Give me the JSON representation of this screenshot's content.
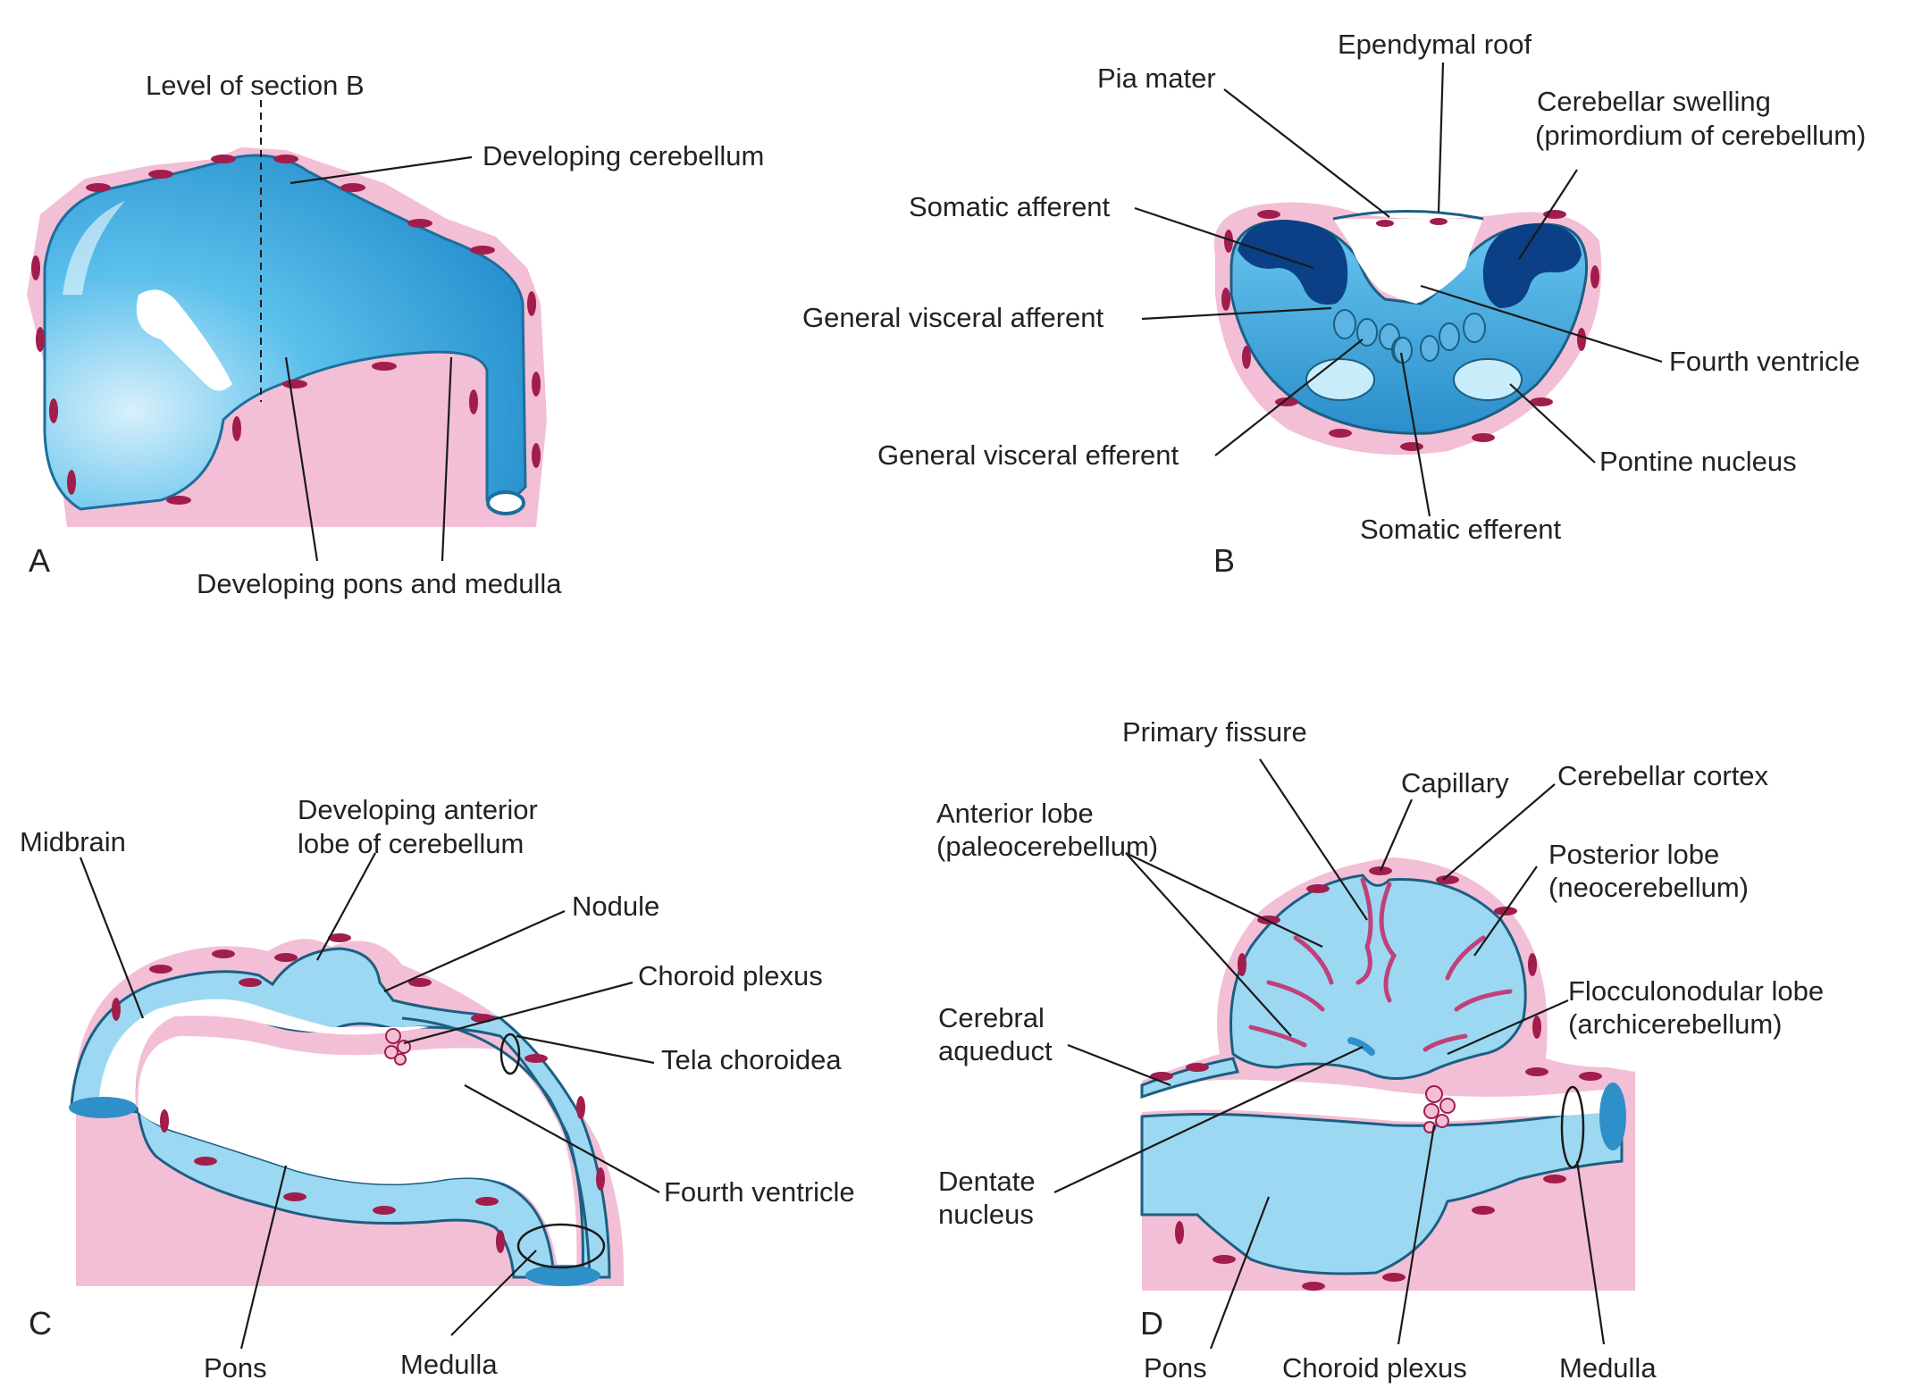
{
  "colors": {
    "pia_pink": "#f3bfd6",
    "neural_blue": "#9dd8f2",
    "deep_blue": "#2f8fc8",
    "afferent_navy": "#0b3f86",
    "cell_maroon": "#a11d4c",
    "outline": "#1b5f82"
  },
  "panels": {
    "A": {
      "letter": "A",
      "labels": {
        "level_of_section": "Level of section B",
        "developing_cerebellum": "Developing cerebellum",
        "developing_pons_medulla": "Developing pons and medulla"
      }
    },
    "B": {
      "letter": "B",
      "labels": {
        "ependymal_roof": "Ependymal roof",
        "pia_mater": "Pia mater",
        "cerebellar_swelling_1": "Cerebellar swelling",
        "cerebellar_swelling_2": "(primordium of cerebellum)",
        "somatic_afferent": "Somatic afferent",
        "general_visceral_afferent": "General visceral afferent",
        "fourth_ventricle": "Fourth ventricle",
        "general_visceral_efferent": "General visceral efferent",
        "pontine_nucleus": "Pontine nucleus",
        "somatic_efferent": "Somatic efferent"
      }
    },
    "C": {
      "letter": "C",
      "labels": {
        "midbrain": "Midbrain",
        "dev_anterior_lobe_1": "Developing anterior",
        "dev_anterior_lobe_2": "lobe of cerebellum",
        "nodule": "Nodule",
        "choroid_plexus": "Choroid plexus",
        "tela_choroidea": "Tela choroidea",
        "fourth_ventricle": "Fourth ventricle",
        "pons": "Pons",
        "medulla": "Medulla"
      }
    },
    "D": {
      "letter": "D",
      "labels": {
        "primary_fissure": "Primary fissure",
        "capillary": "Capillary",
        "cerebellar_cortex": "Cerebellar cortex",
        "anterior_lobe_1": "Anterior lobe",
        "anterior_lobe_2": "(paleocerebellum)",
        "posterior_lobe_1": "Posterior lobe",
        "posterior_lobe_2": "(neocerebellum)",
        "flocculonodular_1": "Flocculonodular lobe",
        "flocculonodular_2": "(archicerebellum)",
        "cerebral_aqueduct_1": "Cerebral",
        "cerebral_aqueduct_2": "aqueduct",
        "dentate_1": "Dentate",
        "dentate_2": "nucleus",
        "pons": "Pons",
        "choroid_plexus": "Choroid plexus",
        "medulla": "Medulla"
      }
    }
  }
}
